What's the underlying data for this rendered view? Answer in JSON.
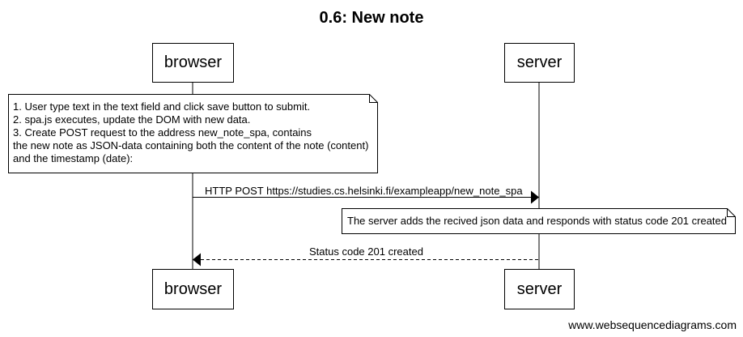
{
  "title": "0.6: New note",
  "actors": {
    "browser": "browser",
    "server": "server"
  },
  "note_browser": {
    "lines": [
      "1. User type text in the text field and click save button to submit.",
      "2. spa.js executes, update the DOM with new data.",
      "3. Create POST request to the address new_note_spa, contains",
      "the new note as JSON-data containing both the content of the note (content)",
      "and the timestamp (date):"
    ]
  },
  "messages": [
    {
      "from": "browser",
      "to": "server",
      "label": "HTTP POST https://studies.cs.helsinki.fi/exampleapp/new_note_spa",
      "style": "solid"
    },
    {
      "from": "server",
      "to": "browser",
      "label": "Status code 201 created",
      "style": "dashed"
    }
  ],
  "note_server": {
    "text": "The server adds the recived json data and responds with status code 201 created"
  },
  "watermark": "www.websequencediagrams.com"
}
